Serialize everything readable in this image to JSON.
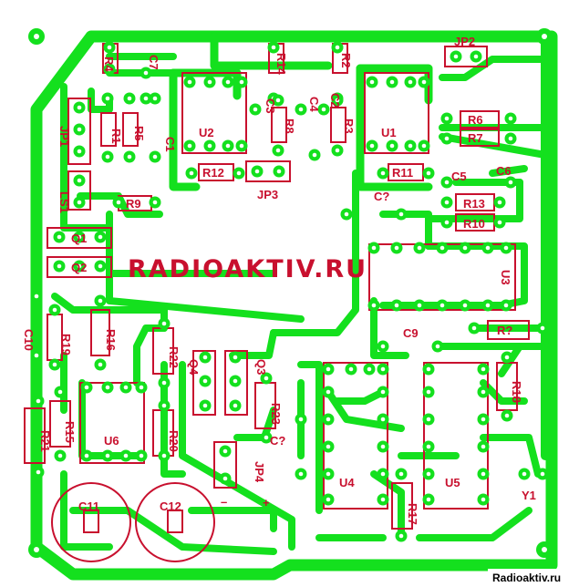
{
  "title": "RADIOAKTIV.RU",
  "watermark": "Radioaktiv.ru",
  "colors": {
    "trace": "#14e01e",
    "silk": "#c8102e",
    "pad_hole": "#ffffff",
    "background": "#ffffff",
    "text_blue": "#1a237e"
  },
  "labels": {
    "R4": "R4",
    "C7": "C7",
    "R14": "R14",
    "R2": "R2",
    "JP2": "JP2",
    "C3": "C3",
    "C4": "C4",
    "C2": "C2",
    "R1": "R1",
    "R5": "R5",
    "C1": "C1",
    "R8": "R8",
    "R3": "R3",
    "U2": "U2",
    "U1": "U1",
    "R6": "R6",
    "R7": "R7",
    "JP1": "JP1",
    "R12": "R12",
    "JP3": "JP3",
    "R11": "R11",
    "C5": "C5",
    "C6": "C6",
    "LS1": "LS1",
    "R9": "R9",
    "Ccap": "C?",
    "R13": "R13",
    "R10": "R10",
    "Q1": "Q1",
    "Q2": "Q2",
    "U3": "U3",
    "C10": "C10",
    "R19": "R19",
    "R16": "R16",
    "C9": "C9",
    "Rq": "R?",
    "R22": "R22",
    "Q4": "Q4",
    "Q3": "Q3",
    "R18": "R18",
    "R23": "R23",
    "R21": "R21",
    "R15": "R15",
    "U6": "U6",
    "R20": "R20",
    "Ccap2": "C?",
    "JP4": "JP4",
    "U4": "U4",
    "U5": "U5",
    "Y1": "Y1",
    "C11": "C11",
    "C12": "C12",
    "R17": "R17",
    "minus": "–",
    "plus": "+"
  }
}
